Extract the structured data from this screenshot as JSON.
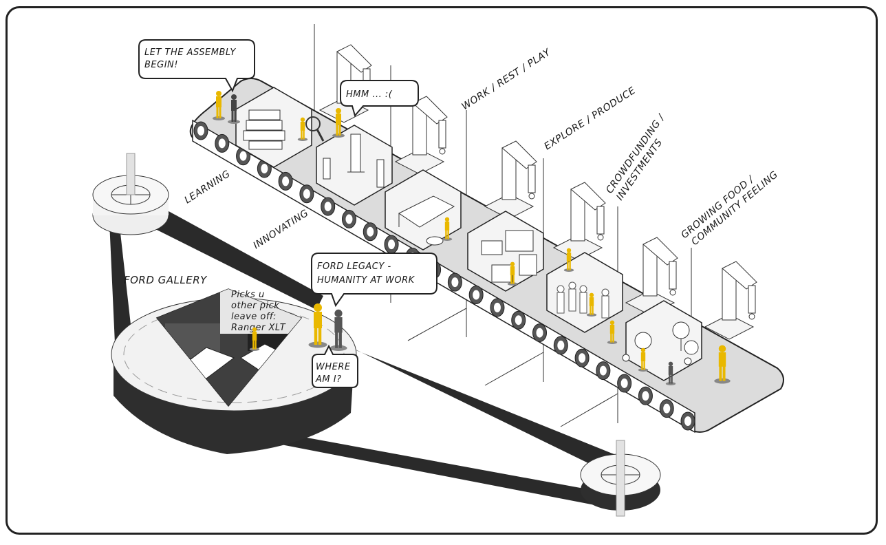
{
  "colors": {
    "accent": "#e9b800",
    "belt": "#dcdcdc",
    "ink": "#1a1a1a",
    "shadow": "#2a2a2a"
  },
  "bubbles": {
    "assembly": [
      "LET THE ASSEMBLY",
      "BEGIN!"
    ],
    "hmm": "HMM ...  :(",
    "legacy": [
      "FORD LEGACY -",
      "HUMANITY AT WORK"
    ],
    "where": [
      "WHERE",
      "AM I?"
    ]
  },
  "stations": {
    "learning": "LEARNING",
    "innovating": "INNOVATING",
    "work_rest_play": "WORK / REST / PLAY",
    "explore": "EXPLORE / PRODUCE",
    "crowdfunding": [
      "CROWDFUNDING /",
      "INVESTMENTS"
    ],
    "growing": [
      "GROWING FOOD /",
      "COMMUNITY FEELING"
    ]
  },
  "gallery": {
    "title": "FORD GALLERY",
    "poster_text": [
      "Picks u",
      "other pick",
      "leave off:",
      "Ranger XLT"
    ]
  },
  "icons": [
    "gear-icon",
    "robot-arm-icon",
    "person-icon",
    "book-icon",
    "microscope-icon",
    "bed-icon",
    "car-icon",
    "tree-icon"
  ]
}
